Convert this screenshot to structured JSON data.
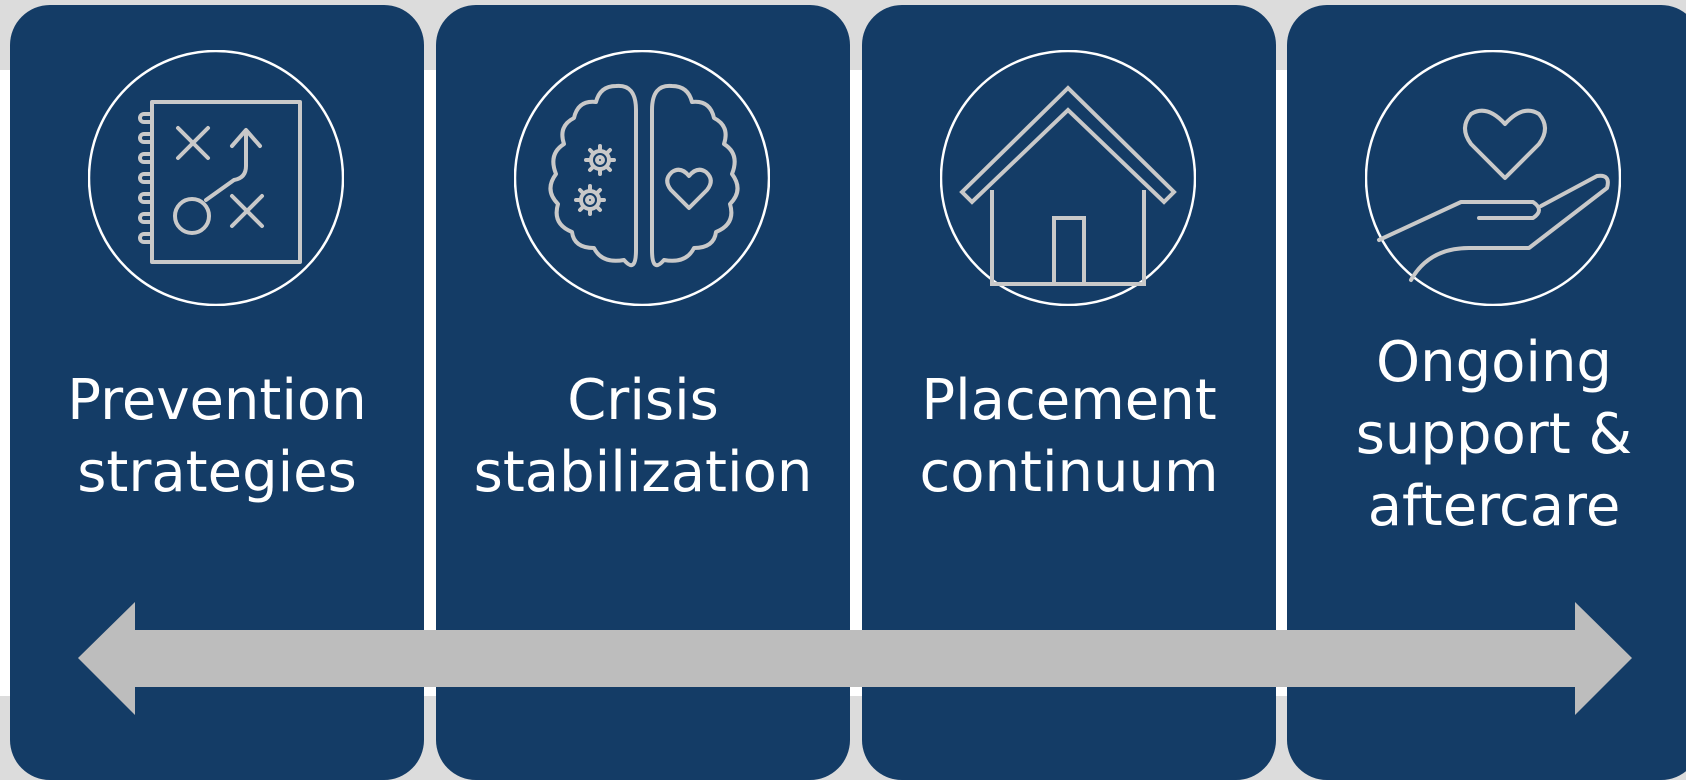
{
  "colors": {
    "card": "#143c66",
    "icon_stroke": "#c9c9c9",
    "circle_stroke": "#ffffff",
    "arrow": "#bdbdbd",
    "text": "#ffffff"
  },
  "stages": [
    {
      "line1": "Prevention",
      "line2": "strategies",
      "line3": "",
      "icon": "strategy-plan-icon"
    },
    {
      "line1": "Crisis",
      "line2": "stabilization",
      "line3": "",
      "icon": "brain-gears-heart-icon"
    },
    {
      "line1": "Placement",
      "line2": "continuum",
      "line3": "",
      "icon": "house-icon"
    },
    {
      "line1": "Ongoing",
      "line2": "support &",
      "line3": "aftercare",
      "icon": "hand-heart-icon"
    }
  ],
  "arrow": {
    "type": "double-headed",
    "icon": "double-arrow"
  }
}
